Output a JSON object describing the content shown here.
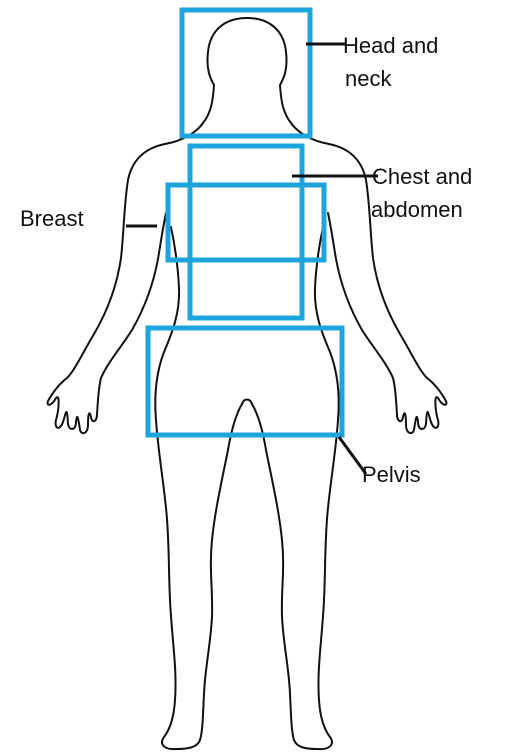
{
  "diagram": {
    "colors": {
      "box": "#1ea4dc",
      "outline": "#111111",
      "text": "#111111"
    },
    "labels": {
      "head_neck_line1": "Head and",
      "head_neck_line2": "neck",
      "chest_abdomen_line1": "Chest and",
      "chest_abdomen_line2": "abdomen",
      "breast": "Breast",
      "pelvis": "Pelvis"
    }
  }
}
